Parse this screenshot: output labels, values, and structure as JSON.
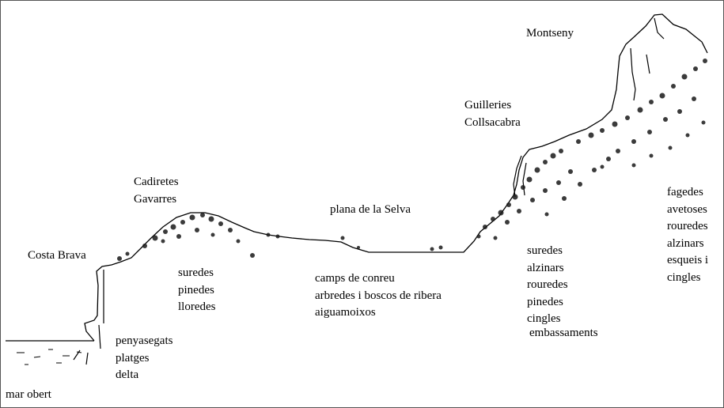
{
  "regions": {
    "montseny": "Montseny",
    "guilleries": [
      "Guilleries",
      "Collsacabra"
    ],
    "cadiretes": [
      "Cadiretes",
      "Gavarres"
    ],
    "selva": "plana de la Selva",
    "costa_brava": "Costa Brava",
    "mar": "mar obert"
  },
  "habitats": {
    "costa": [
      "penyasegats",
      "platges",
      "delta"
    ],
    "cadiretes": [
      "suredes",
      "pinedes",
      "lloredes"
    ],
    "selva": [
      "camps de conreu",
      "arbredes i boscos de ribera",
      "aiguamoixos"
    ],
    "guilleries": [
      "suredes",
      "alzinars",
      "rouredes",
      "pinedes",
      "cingles"
    ],
    "guilleries_extra": "embassaments",
    "montseny": [
      "fagedes",
      "avetoses",
      "rouredes",
      "alzinars",
      "esqueis i",
      "cingles"
    ]
  },
  "colors": {
    "ink": "#000000",
    "vegetation": "#1a1a1a",
    "background": "#ffffff"
  }
}
